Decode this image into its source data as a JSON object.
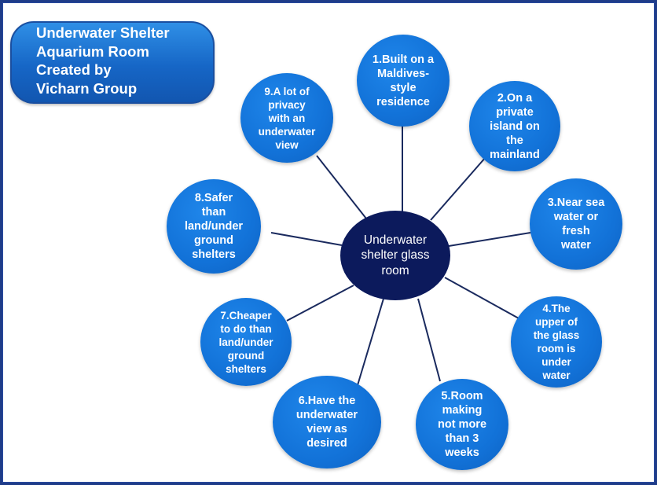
{
  "title": {
    "lines": [
      "Underwater Shelter",
      "Aquarium Room",
      "Created by",
      "Vicharn Group"
    ]
  },
  "center": {
    "lines": [
      "Underwater",
      "shelter glass",
      "room"
    ]
  },
  "nodes": [
    {
      "id": "1",
      "lines": [
        "1.Built on a",
        "Maldives-",
        "style",
        "residence"
      ]
    },
    {
      "id": "2",
      "lines": [
        "2.On a",
        "private",
        "island on",
        "the",
        "mainland"
      ]
    },
    {
      "id": "3",
      "lines": [
        "3.Near sea",
        "water or",
        "fresh",
        "water"
      ]
    },
    {
      "id": "4",
      "lines": [
        "4.The",
        "upper of",
        "the glass",
        "room is",
        "under",
        "water"
      ]
    },
    {
      "id": "5",
      "lines": [
        "5.Room",
        "making",
        "not more",
        "than 3",
        "weeks"
      ]
    },
    {
      "id": "6",
      "lines": [
        "6.Have the",
        "underwater",
        "view as",
        "desired"
      ]
    },
    {
      "id": "7",
      "lines": [
        "7.Cheaper",
        "to do than",
        "land/under",
        "ground",
        "shelters"
      ]
    },
    {
      "id": "8",
      "lines": [
        "8.Safer",
        "than",
        "land/under",
        "ground",
        "shelters"
      ]
    },
    {
      "id": "9",
      "lines": [
        "9.A lot of",
        "privacy",
        "with an",
        "underwater",
        "view"
      ]
    }
  ],
  "colors": {
    "node_blue": "#1272d8",
    "center_navy": "#0c1a5c",
    "connector": "#1a2a5e",
    "frame_border": "#1f3c88"
  }
}
